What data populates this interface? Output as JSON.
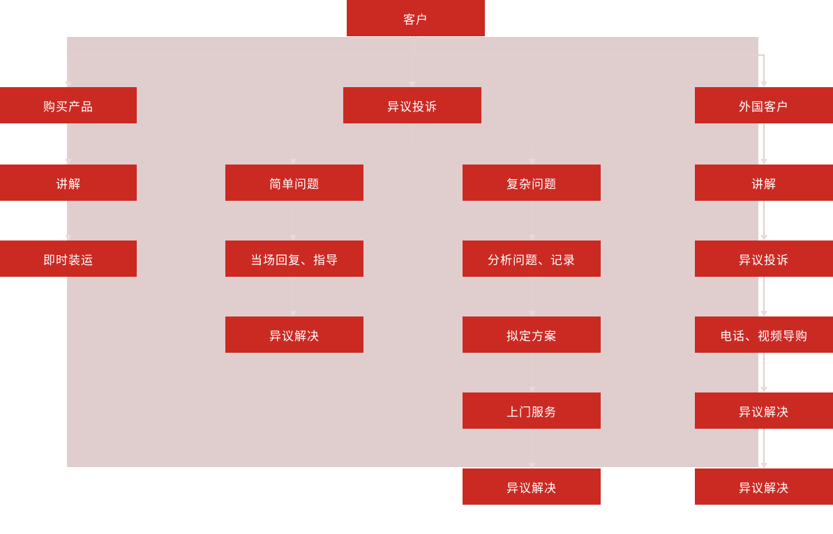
{
  "diagram": {
    "title": "customer-service-flowchart",
    "colors": {
      "node_fill": "#cb2a23",
      "node_text": "#ffffff",
      "panel_background": "#e0cdcd",
      "connector_line": "#e2cfce",
      "connector_arrowhead": "#e9dad9"
    },
    "nodes": {
      "customer": "客户",
      "purchase": "购买产品",
      "explain_left": "讲解",
      "shipment": "即时装运",
      "complaint_header": "异议投诉",
      "simple_problem": "简单问题",
      "reply_guide": "当场回复、指导",
      "resolve_simple": "异议解决",
      "complex_problem": "复杂问题",
      "analyze_record": "分析问题、记录",
      "draft_plan": "拟定方案",
      "door_service": "上门服务",
      "resolve_complex": "异议解决",
      "foreign_customer": "外国客户",
      "explain_right": "讲解",
      "complaint_right": "异议投诉",
      "phone_video_guide": "电话、视频导购",
      "resolve_right": "异议解决",
      "resolve_foreign": "异议解决"
    }
  }
}
